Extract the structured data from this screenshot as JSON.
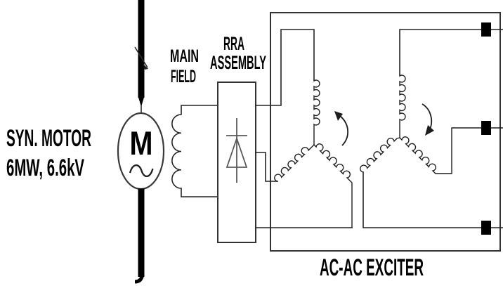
{
  "title": "Synchronous motor excitation single-line diagram",
  "labels": {
    "syn_motor_line1": "SYN. MOTOR",
    "syn_motor_line2": "6MW, 6.6kV",
    "main_field_line1": "MAIN",
    "main_field_line2": "FIELD",
    "rra_line1": "RRA",
    "rra_line2": "ASSEMBLY",
    "exciter": "AC-AC EXCITER",
    "motor_symbol": "M"
  },
  "colors": {
    "line": "#242424",
    "text": "#000000",
    "terminal": "#000000",
    "background": "#ffffff"
  }
}
